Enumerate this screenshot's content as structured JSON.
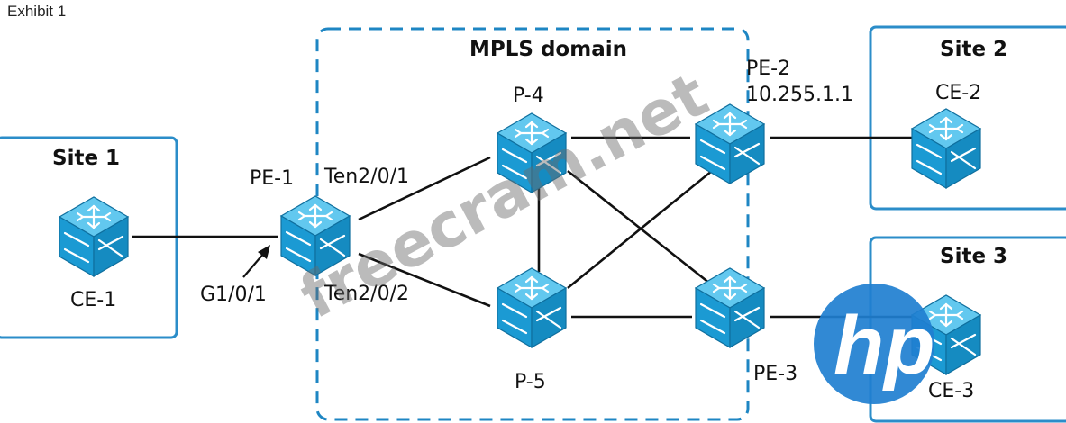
{
  "exhibit_label": "Exhibit 1",
  "domain": {
    "title": "MPLS domain"
  },
  "sites": {
    "site1": {
      "title": "Site 1"
    },
    "site2": {
      "title": "Site 2"
    },
    "site3": {
      "title": "Site 3"
    }
  },
  "devices": {
    "ce1": {
      "label": "CE-1"
    },
    "pe1": {
      "label": "PE-1"
    },
    "p4": {
      "label": "P-4"
    },
    "p5": {
      "label": "P-5"
    },
    "pe2": {
      "label": "PE-2",
      "address": "10.255.1.1"
    },
    "pe3": {
      "label": "PE-3"
    },
    "ce2": {
      "label": "CE-2"
    },
    "ce3": {
      "label": "CE-3"
    }
  },
  "interfaces": {
    "g1": "G1/0/1",
    "ten1": "Ten2/0/1",
    "ten2": "Ten2/0/2"
  },
  "watermark": {
    "text": "freecram.net",
    "logo_text": "hp"
  },
  "colors": {
    "switch_body": "#1fa0d8",
    "switch_top": "#52c2ec",
    "site_border": "#2b8dc9",
    "mpls_border": "#1e86c3",
    "hp_logo": "#1f7fd0"
  },
  "icons": {
    "device": "switch-cube-icon",
    "arrow": "interface-pointer-arrow"
  }
}
